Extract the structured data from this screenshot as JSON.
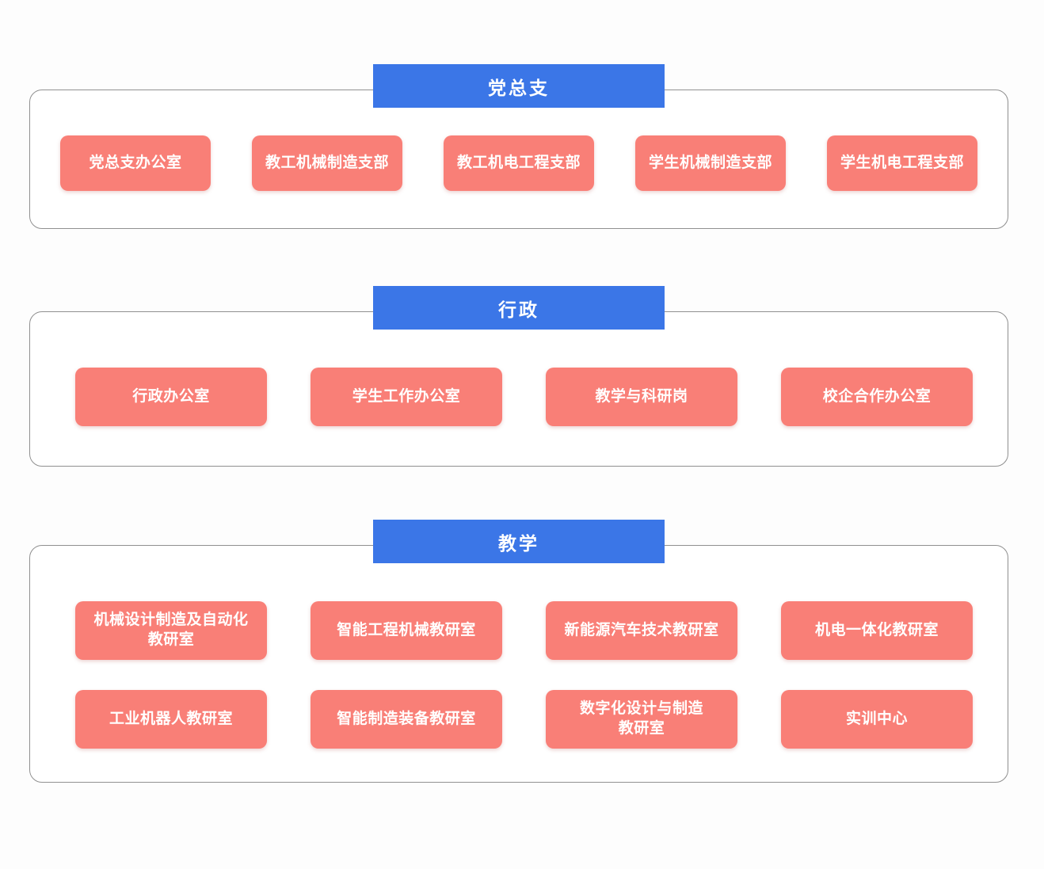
{
  "colors": {
    "header_bg": "#3b76e7",
    "box_bg": "#f97f77",
    "container_border": "#909090",
    "text": "#ffffff",
    "page_bg": "#fdfdfd"
  },
  "sections": [
    {
      "title": "党总支",
      "items": [
        {
          "label": "党总支办公室"
        },
        {
          "label": "教工机械制造支部"
        },
        {
          "label": "教工机电工程支部"
        },
        {
          "label": "学生机械制造支部"
        },
        {
          "label": "学生机电工程支部"
        }
      ]
    },
    {
      "title": "行政",
      "items": [
        {
          "label": "行政办公室"
        },
        {
          "label": "学生工作办公室"
        },
        {
          "label": "教学与科研岗"
        },
        {
          "label": "校企合作办公室"
        }
      ]
    },
    {
      "title": "教学",
      "items": [
        {
          "label": "机械设计制造及自动化\n教研室"
        },
        {
          "label": "智能工程机械教研室"
        },
        {
          "label": "新能源汽车技术教研室"
        },
        {
          "label": "机电一体化教研室"
        },
        {
          "label": "工业机器人教研室"
        },
        {
          "label": "智能制造装备教研室"
        },
        {
          "label": "数字化设计与制造\n教研室"
        },
        {
          "label": "实训中心"
        }
      ]
    }
  ]
}
